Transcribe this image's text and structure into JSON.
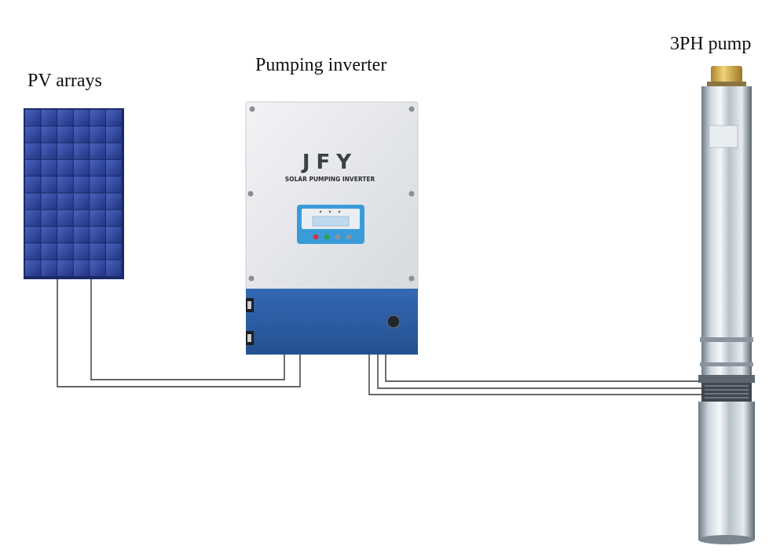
{
  "labels": {
    "pv": "PV arrays",
    "inverter": "Pumping inverter",
    "pump": "3PH pump"
  },
  "inverter": {
    "brand": "JFY",
    "subtitle": "SOLAR PUMPING INVERTER"
  },
  "colors": {
    "panel_cell": "#2a3d8f",
    "panel_cell_light": "#3f57b3",
    "inverter_body": "#e9eaec",
    "inverter_base": "#2d5ea8",
    "display_frame": "#3a9bd9",
    "lcd": "#bcd9ef",
    "wire": "#333333",
    "pump_cap": "#d9b44a"
  }
}
